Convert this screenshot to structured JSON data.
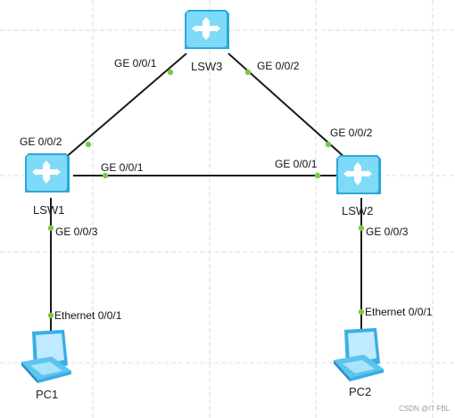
{
  "devices": {
    "lsw1": "LSW1",
    "lsw2": "LSW2",
    "lsw3": "LSW3",
    "pc1": "PC1",
    "pc2": "PC2"
  },
  "ports": {
    "lsw3_left": "GE 0/0/1",
    "lsw3_right": "GE 0/0/2",
    "lsw1_up": "GE 0/0/2",
    "lsw1_right": "GE 0/0/1",
    "lsw2_up": "GE 0/0/2",
    "lsw2_left": "GE 0/0/1",
    "lsw1_down": "GE 0/0/3",
    "lsw2_down": "GE 0/0/3",
    "pc1_port": "Ethernet 0/0/1",
    "pc2_port": "Ethernet 0/0/1"
  },
  "watermark": "CSDN @IT FBL",
  "colors": {
    "link": "#1a1a1a",
    "port_dot": "#7ac943",
    "switch_body": "#6fd3f4",
    "switch_dark": "#2aa9dc",
    "pc_body": "#5bc4ef",
    "grid": "#d8d8d8"
  }
}
